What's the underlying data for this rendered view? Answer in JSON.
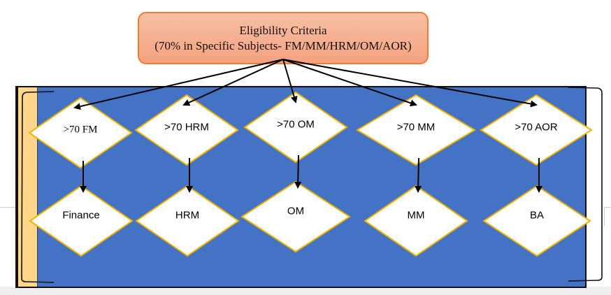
{
  "colors": {
    "panel_fill": "#4472c4",
    "strip_fill": "#ffd68a",
    "criteria_fill": "#f4a582",
    "criteria_border": "#ed7d31",
    "diamond_fill": "#ffffff",
    "diamond_border": "#f0b400",
    "connector": "#000000"
  },
  "criteria": {
    "title": "Eligibility Criteria",
    "subtitle": "(70% in Specific Subjects- FM/MM/HRM/OM/AOR)"
  },
  "conditions": [
    {
      "id": "fm",
      "label": ">70 FM",
      "result": "Finance"
    },
    {
      "id": "hrm",
      "label": ">70 HRM",
      "result": "HRM"
    },
    {
      "id": "om",
      "label": ">70 OM",
      "result": "OM"
    },
    {
      "id": "mm",
      "label": ">70 MM",
      "result": "MM"
    },
    {
      "id": "aor",
      "label": ">70 AOR",
      "result": "BA"
    }
  ]
}
